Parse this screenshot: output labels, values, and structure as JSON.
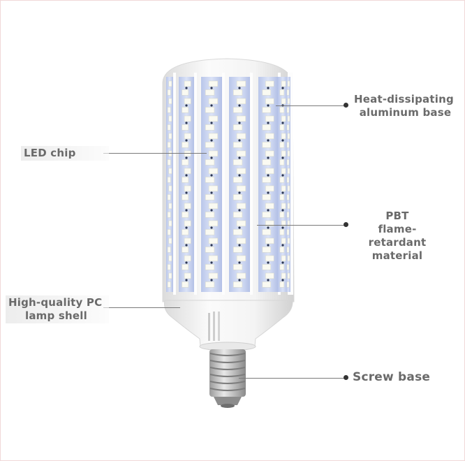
{
  "callouts": {
    "heat_dissipating": [
      "Heat-dissipating",
      "aluminum base"
    ],
    "led_chip": "LED chip",
    "pbt": [
      "PBT",
      "flame-retardant",
      "material"
    ],
    "pc_shell": [
      "High-quality PC",
      "lamp shell"
    ],
    "screw_base": "Screw base"
  },
  "colors": {
    "label_text": "#6a6a6a",
    "leader_line": "#7a7a7a",
    "led_chip": "#fafaf2",
    "fin_blue": "#c9d4ef",
    "housing_white": "#f6f6f6"
  },
  "product": {
    "led_columns": 7,
    "leds_per_column": 24
  }
}
